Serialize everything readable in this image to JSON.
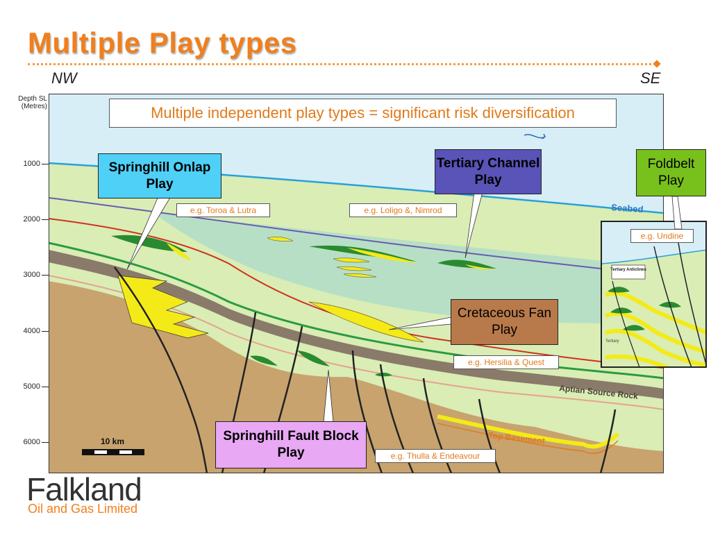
{
  "slide": {
    "title": "Multiple Play types",
    "direction_left": "NW",
    "direction_right": "SE"
  },
  "axis": {
    "title": "Depth SL (Metres)",
    "ticks": [
      "1000",
      "2000",
      "3000",
      "4000",
      "5000",
      "6000"
    ]
  },
  "banner": "Multiple independent play types = significant risk diversification",
  "plays": {
    "springhill_onlap": "Springhill Onlap Play",
    "tertiary_channel": "Tertiary Channel Play",
    "foldbelt": "Foldbelt Play",
    "cretaceous_fan": "Cretaceous Fan Play",
    "springhill_fault_block": "Springhill Fault Block Play"
  },
  "examples": {
    "toroa": "e.g. Toroa & Lutra",
    "loligo": "e.g. Loligo &, Nimrod",
    "undine": "e.g. Undine",
    "hersilia": "e.g. Hersilia & Quest",
    "thulla": "e.g. Thulla & Endeavour"
  },
  "section_labels": {
    "seabed": "Seabed",
    "aptian": "Aptian Source Rock",
    "basement": "Top Basement",
    "scale": "10 km"
  },
  "inset": {
    "anticlines": "Tertiary Anticlines",
    "tertiary": "Tertiary"
  },
  "logo": {
    "name": "Falkland",
    "subtitle": "Oil and Gas Limited"
  },
  "colors": {
    "accent": "#f07f1c",
    "sea": "#d7eef7",
    "basement": "#c8a36e",
    "sediment": "#d9edb5",
    "reservoir": "#f4ea18",
    "source": "#8a7a6a",
    "springhill_onlap_box": "#4fd0f7",
    "tertiary_channel_box": "#5a53b8",
    "foldbelt_box": "#78c01c",
    "cretaceous_fan_box": "#b87a4a",
    "fault_block_box": "#e8a8f4"
  }
}
